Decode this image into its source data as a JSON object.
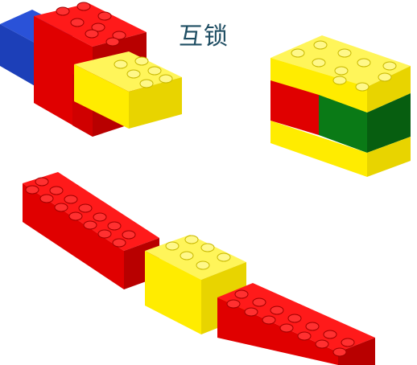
{
  "title": "互锁",
  "colors": {
    "red": "#e00000",
    "yellow": "#ffec00",
    "blue": "#1c3fb8",
    "green": "#0a7a16",
    "outline": "#b3b300"
  },
  "figures": [
    {
      "name": "interlock-example-1",
      "bricks": [
        "blue",
        "red",
        "yellow"
      ]
    },
    {
      "name": "interlock-example-2",
      "bricks": [
        "yellow",
        "red",
        "green"
      ]
    },
    {
      "name": "interlock-example-3",
      "bricks": [
        "red",
        "yellow"
      ]
    }
  ]
}
